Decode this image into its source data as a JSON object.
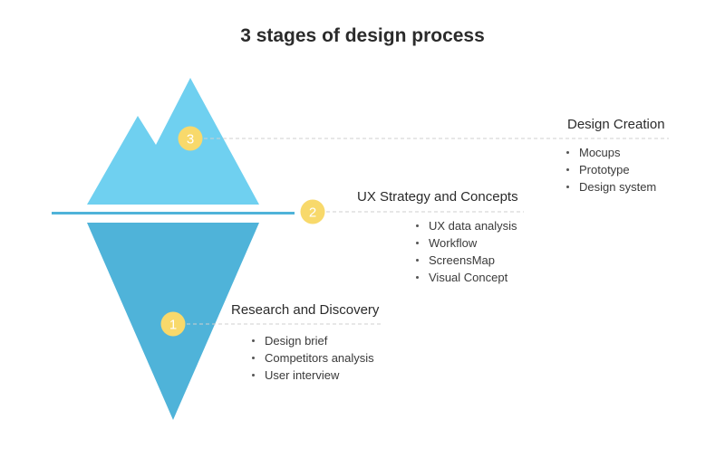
{
  "title": "3 stages of design process",
  "colors": {
    "mountain": "#6fd0f0",
    "underwater": "#4fb3d9",
    "waterline": "#4fb3d9",
    "badge": "#f8d96b",
    "connector": "#cfcfcf"
  },
  "stages": [
    {
      "number": "1",
      "title": "Research and Discovery",
      "items": [
        "Design brief",
        "Competitors analysis",
        "User interview"
      ]
    },
    {
      "number": "2",
      "title": "UX Strategy and Concepts",
      "items": [
        "UX data analysis",
        "Workflow",
        "ScreensMap",
        "Visual Concept"
      ]
    },
    {
      "number": "3",
      "title": "Design Creation",
      "items": [
        "Mocups",
        "Prototype",
        "Design system"
      ]
    }
  ]
}
